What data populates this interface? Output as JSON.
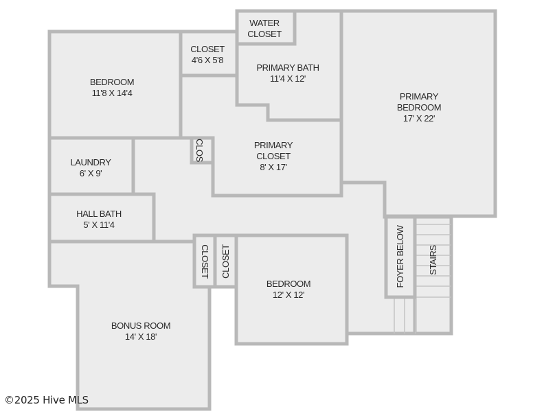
{
  "floorplan": {
    "colors": {
      "room_fill": "#ececec",
      "wall": "#b8b8b8",
      "text": "#2a2a2a",
      "background": "#ffffff"
    },
    "rooms": {
      "bedroom_nw": {
        "name": "BEDROOM",
        "size": "11'8 X 14'4"
      },
      "closet_top": {
        "name": "CLOSET",
        "size": "4'6 X 5'8"
      },
      "water_closet": {
        "line1": "WATER",
        "line2": "CLOSET"
      },
      "primary_bath": {
        "name": "PRIMARY BATH",
        "size": "11'4 X 12'"
      },
      "primary_bedroom": {
        "line1": "PRIMARY",
        "line2": "BEDROOM",
        "size": "17' X 22'"
      },
      "primary_closet": {
        "line1": "PRIMARY",
        "line2": "CLOSET",
        "size": "8' X 17'"
      },
      "clos_small": {
        "name": "CLOS"
      },
      "laundry": {
        "name": "LAUNDRY",
        "size": "6' X 9'"
      },
      "hall_bath": {
        "name": "HALL BATH",
        "size": "5' X 11'4"
      },
      "closet_left": {
        "name": "CLOSET"
      },
      "closet_right": {
        "name": "CLOSET"
      },
      "bedroom_south": {
        "name": "BEDROOM",
        "size": "12' X 12'"
      },
      "bonus_room": {
        "name": "BONUS ROOM",
        "size": "14' X 18'"
      },
      "foyer_below": {
        "name": "FOYER BELOW"
      },
      "stairs": {
        "name": "STAIRS"
      }
    },
    "watermark": "©2025 Hive MLS"
  }
}
